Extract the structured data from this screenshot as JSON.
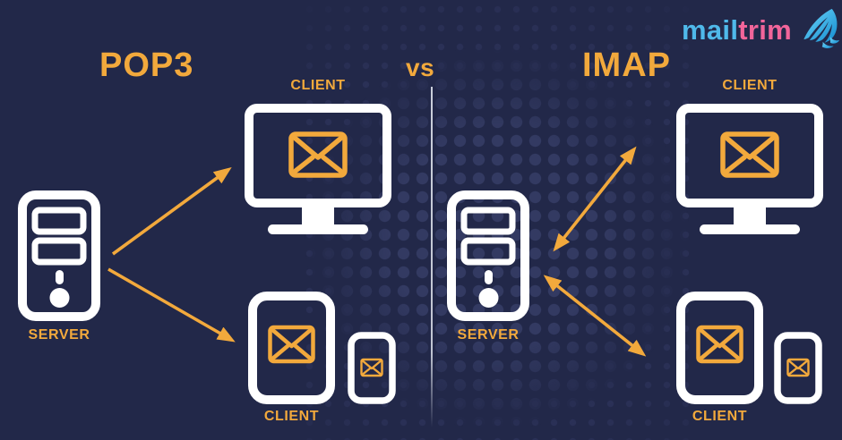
{
  "header": {
    "versus_label": "vs",
    "logo": {
      "mail_text": "mail",
      "trim_text": "trim"
    }
  },
  "pop3": {
    "title": "POP3",
    "client_top_label": "CLIENT",
    "server_label": "SERVER",
    "client_bottom_label": "CLIENT",
    "arrow_direction": "one-way"
  },
  "imap": {
    "title": "IMAP",
    "client_top_label": "CLIENT",
    "server_label": "SERVER",
    "client_bottom_label": "CLIENT",
    "arrow_direction": "two-way"
  },
  "colors": {
    "background": "#222849",
    "accent_orange": "#F2A93C",
    "icon_white": "#FFFFFF",
    "logo_mail_blue": "#4FB9EA",
    "logo_trim_pink": "#F2659A",
    "wing_blue": "#2BA9E3",
    "divider_line": "#E8ECF5"
  }
}
